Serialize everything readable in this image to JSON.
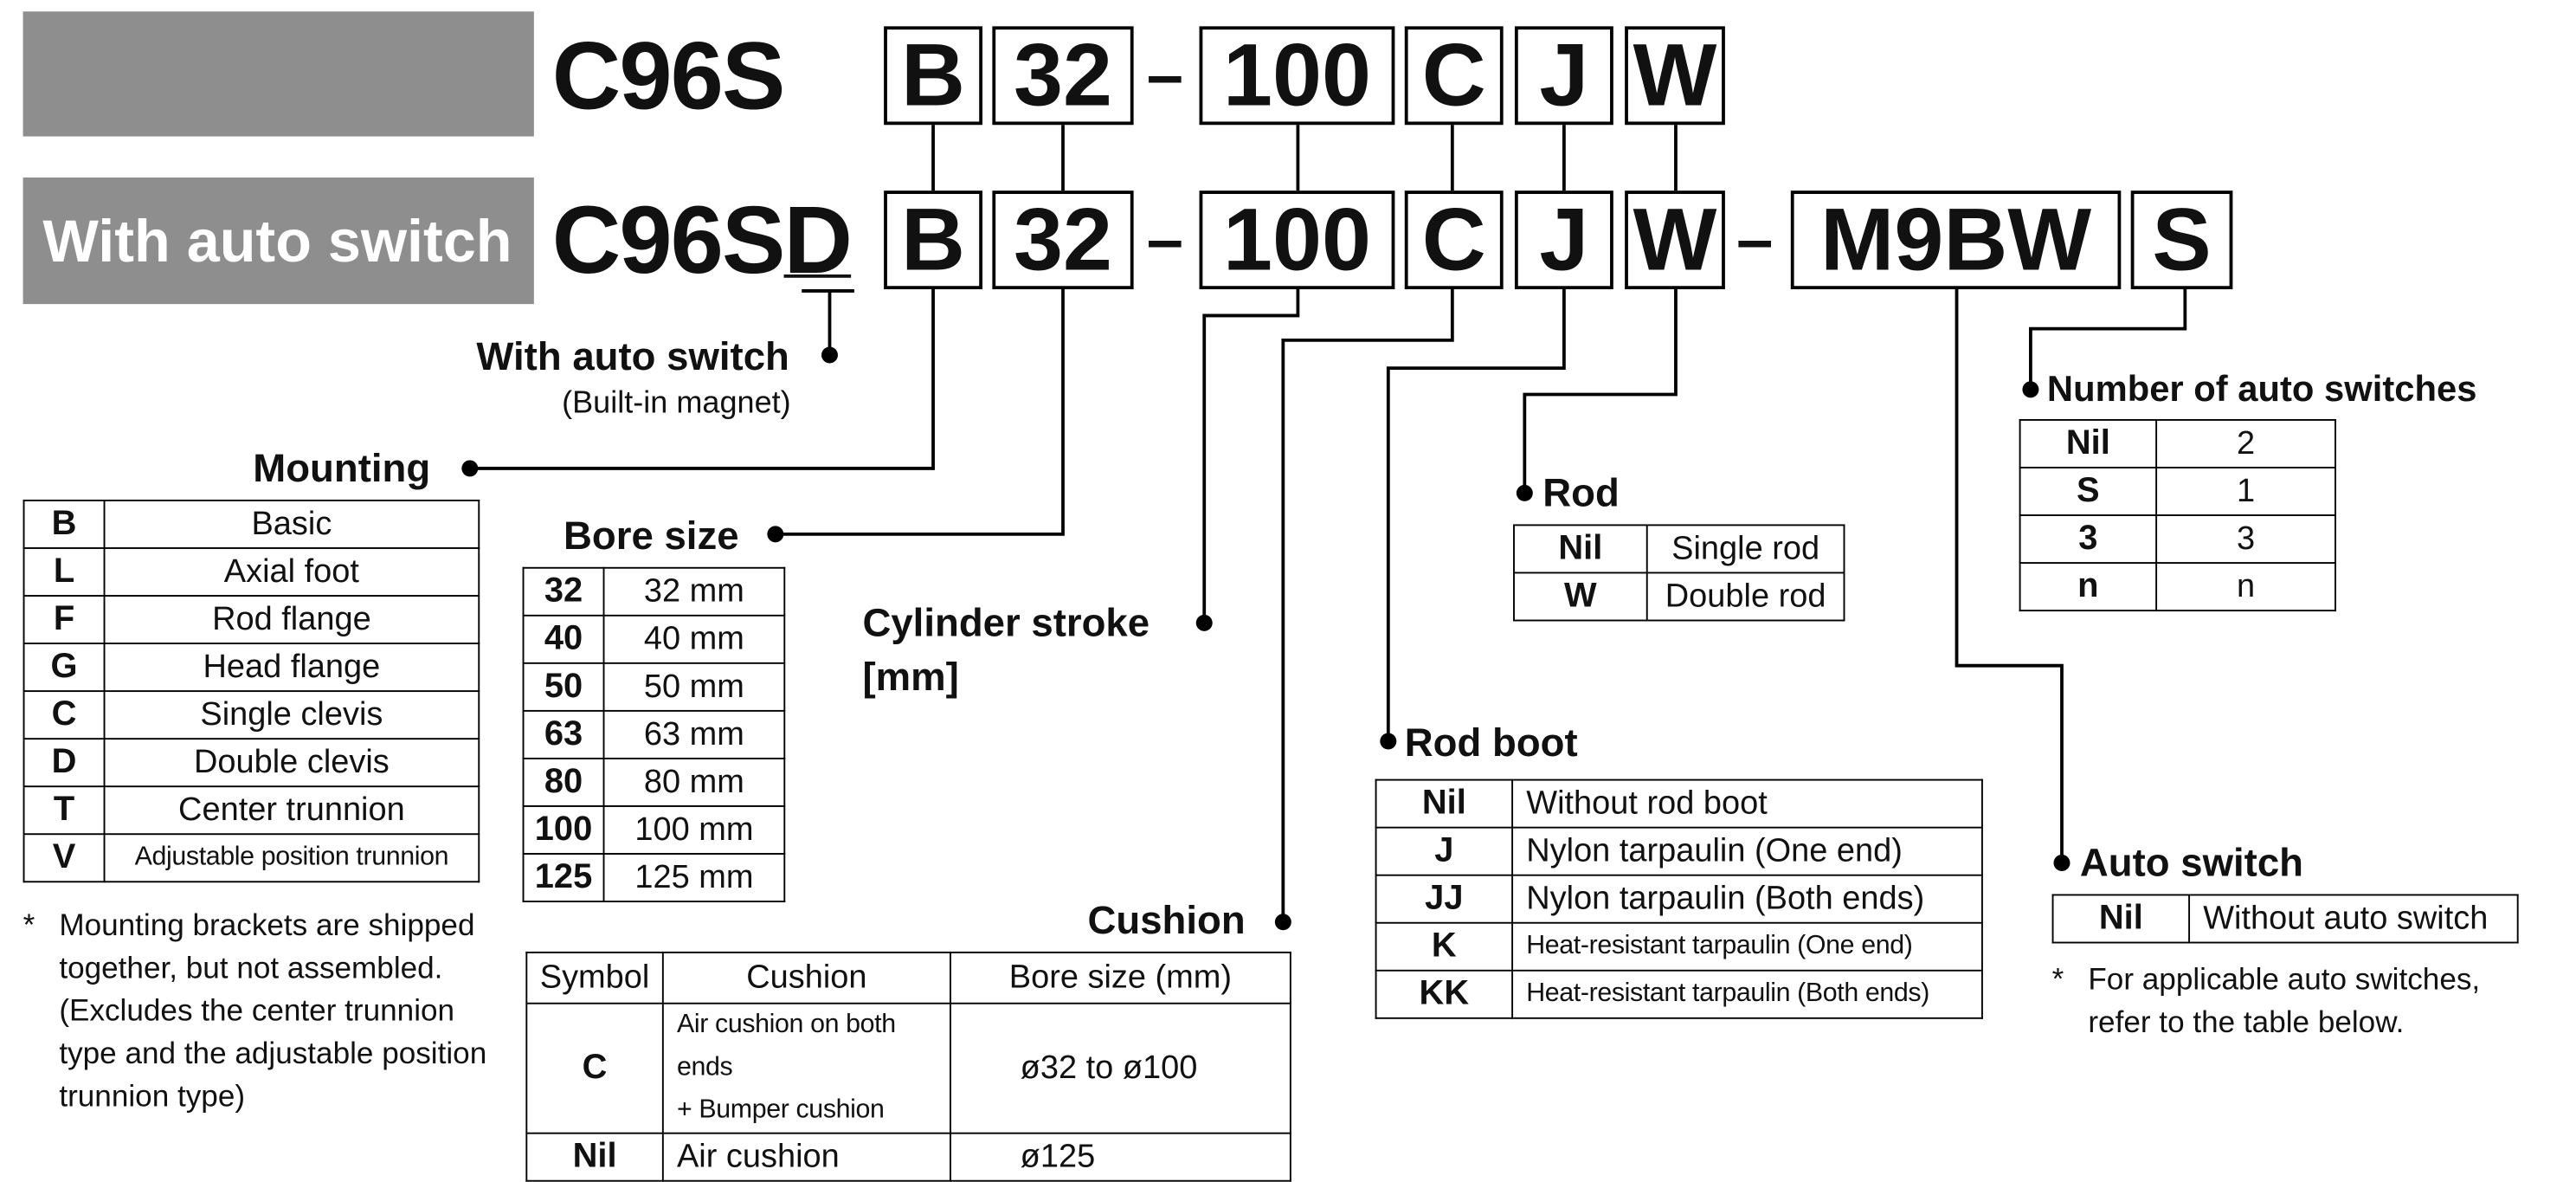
{
  "top_row": {
    "model": "C96S",
    "codes": [
      "B",
      "32",
      "100",
      "C",
      "J",
      "W"
    ],
    "dash": "–"
  },
  "bottom_row": {
    "band_label": "With auto switch",
    "model": "C96SD",
    "codes": [
      "B",
      "32",
      "100",
      "C",
      "J",
      "W",
      "M9BW",
      "S"
    ],
    "dash": "–"
  },
  "auto_switch_marker": {
    "label": "With auto switch",
    "sublabel": "(Built-in magnet)"
  },
  "mounting": {
    "label": "Mounting",
    "rows": [
      [
        "B",
        "Basic"
      ],
      [
        "L",
        "Axial foot"
      ],
      [
        "F",
        "Rod flange"
      ],
      [
        "G",
        "Head flange"
      ],
      [
        "C",
        "Single clevis"
      ],
      [
        "D",
        "Double clevis"
      ],
      [
        "T",
        "Center trunnion"
      ],
      [
        "V",
        "Adjustable position trunnion"
      ]
    ],
    "note_star": "*",
    "note": "Mounting brackets are shipped together, but not assembled. (Excludes the center trunnion type and the adjustable position trunnion type)"
  },
  "bore_size": {
    "label": "Bore size",
    "rows": [
      [
        "32",
        "32 mm"
      ],
      [
        "40",
        "40 mm"
      ],
      [
        "50",
        "50 mm"
      ],
      [
        "63",
        "63 mm"
      ],
      [
        "80",
        "80 mm"
      ],
      [
        "100",
        "100 mm"
      ],
      [
        "125",
        "125 mm"
      ]
    ]
  },
  "cylinder_stroke": {
    "label_line1": "Cylinder stroke",
    "label_line2": "[mm]"
  },
  "cushion": {
    "label": "Cushion",
    "headers": [
      "Symbol",
      "Cushion",
      "Bore size (mm)"
    ],
    "rows": [
      {
        "symbol": "C",
        "cushion_line1": "Air cushion on both ends",
        "cushion_line2": "+ Bumper cushion",
        "bore": "ø32 to ø100"
      },
      {
        "symbol": "Nil",
        "cushion_line1": "Air cushion",
        "cushion_line2": "",
        "bore": "ø125"
      }
    ]
  },
  "rod": {
    "label": "Rod",
    "rows": [
      [
        "Nil",
        "Single rod"
      ],
      [
        "W",
        "Double rod"
      ]
    ]
  },
  "rod_boot": {
    "label": "Rod boot",
    "rows": [
      [
        "Nil",
        "Without rod boot"
      ],
      [
        "J",
        "Nylon tarpaulin (One end)"
      ],
      [
        "JJ",
        "Nylon tarpaulin (Both ends)"
      ],
      [
        "K",
        "Heat-resistant tarpaulin (One end)"
      ],
      [
        "KK",
        "Heat-resistant tarpaulin (Both ends)"
      ]
    ]
  },
  "number_of_auto_switches": {
    "label": "Number of auto switches",
    "rows": [
      [
        "Nil",
        "2"
      ],
      [
        "S",
        "1"
      ],
      [
        "3",
        "3"
      ],
      [
        "n",
        "n"
      ]
    ]
  },
  "auto_switch": {
    "label": "Auto switch",
    "rows": [
      [
        "Nil",
        "Without auto switch"
      ]
    ],
    "note_star": "*",
    "note": "For applicable auto switches, refer to the table below."
  }
}
